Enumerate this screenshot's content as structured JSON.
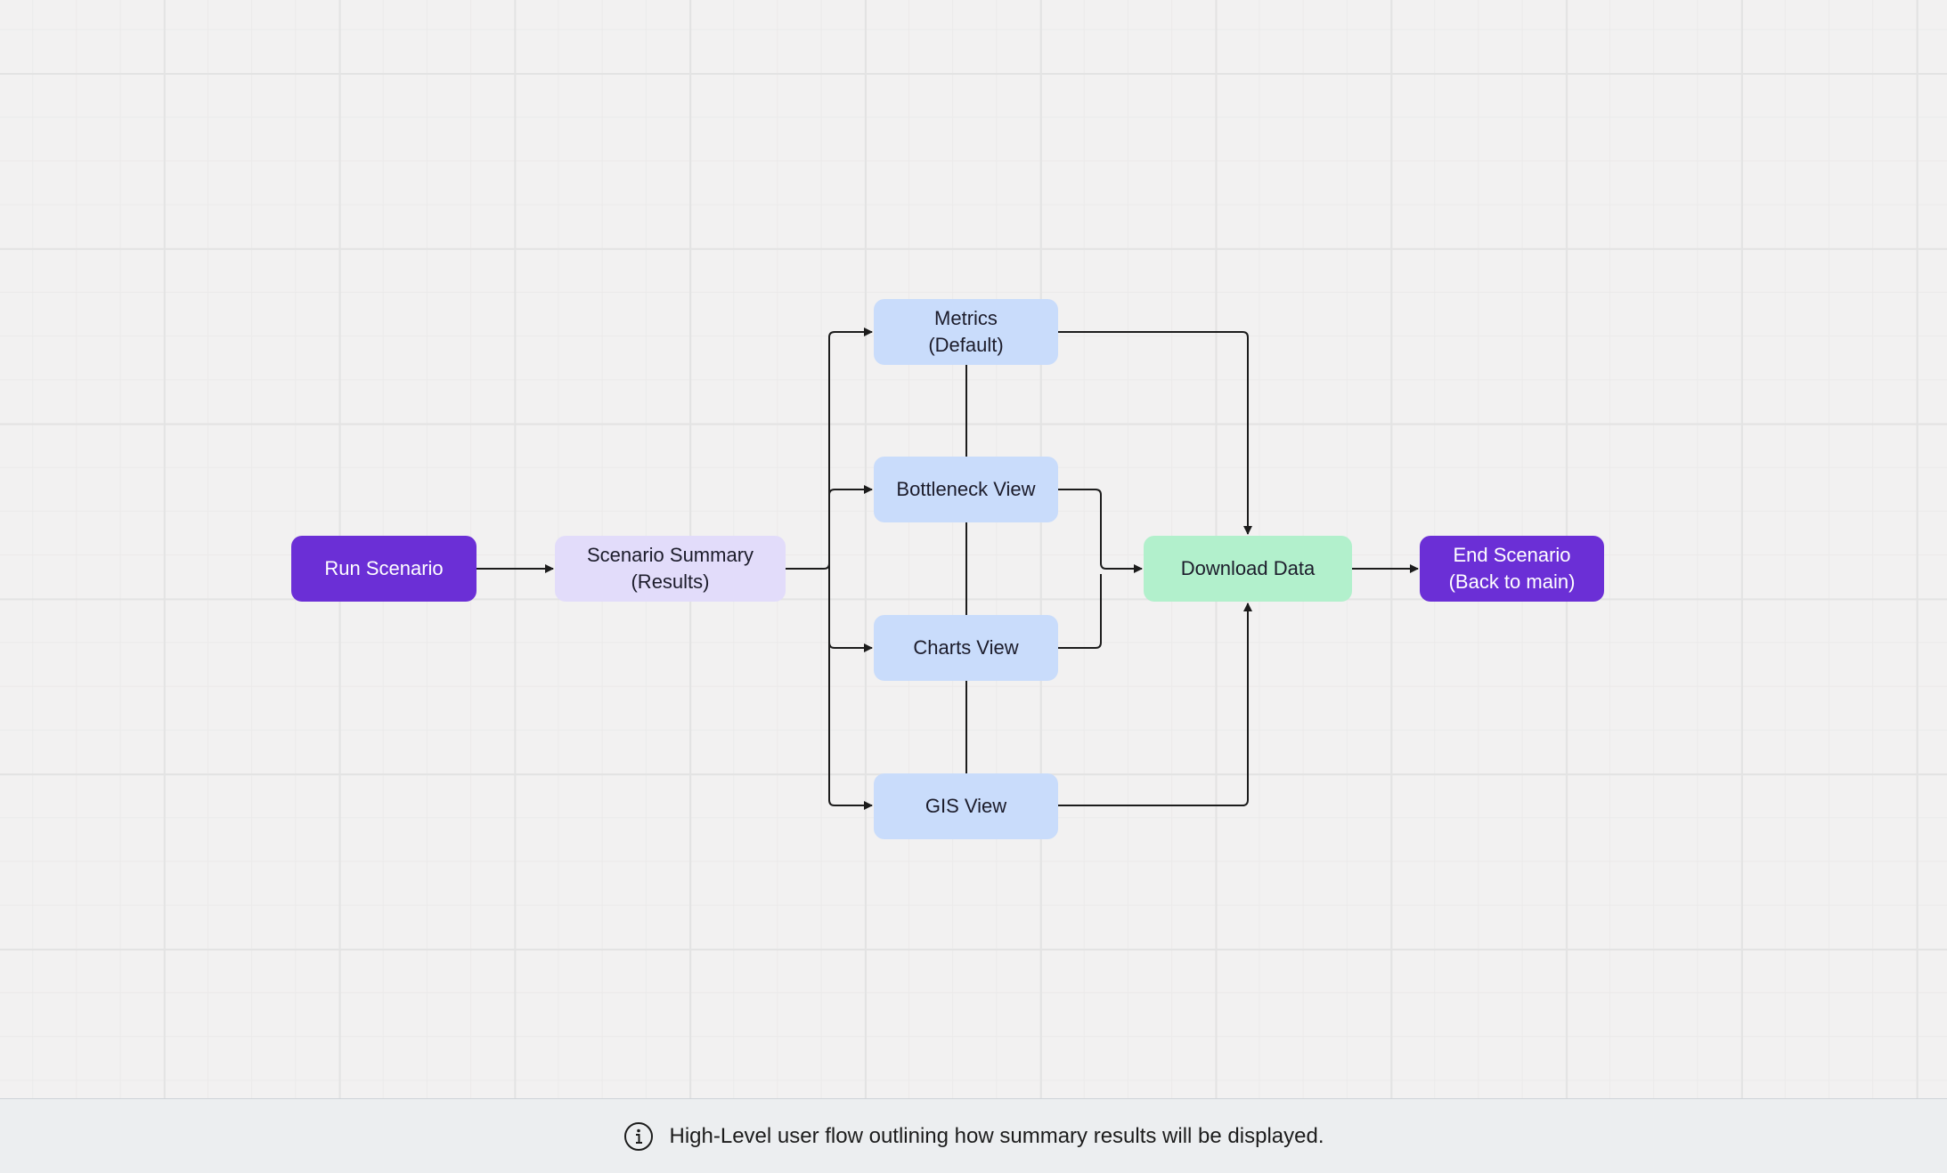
{
  "diagram": {
    "nodes": {
      "run_scenario": {
        "label": "Run Scenario",
        "color": "#6b2fd6"
      },
      "scenario_summary": {
        "label": "Scenario Summary\n(Results)",
        "color": "#e2dcfa"
      },
      "metrics": {
        "label": "Metrics\n(Default)",
        "color": "#c9dcfb"
      },
      "bottleneck_view": {
        "label": "Bottleneck View",
        "color": "#c9dcfb"
      },
      "charts_view": {
        "label": "Charts View",
        "color": "#c9dcfb"
      },
      "gis_view": {
        "label": "GIS View",
        "color": "#c9dcfb"
      },
      "download_data": {
        "label": "Download Data",
        "color": "#b2f0cc"
      },
      "end_scenario": {
        "label": "End Scenario\n(Back to main)",
        "color": "#6b2fd6"
      }
    },
    "edges": [
      {
        "from": "Run Scenario",
        "to": "Scenario Summary (Results)"
      },
      {
        "from": "Scenario Summary (Results)",
        "to": "Metrics (Default)"
      },
      {
        "from": "Scenario Summary (Results)",
        "to": "Bottleneck View"
      },
      {
        "from": "Scenario Summary (Results)",
        "to": "Charts View"
      },
      {
        "from": "Scenario Summary (Results)",
        "to": "GIS View"
      },
      {
        "from": "Metrics (Default)",
        "to": "Download Data"
      },
      {
        "from": "Bottleneck View",
        "to": "Download Data"
      },
      {
        "from": "Charts View",
        "to": "Download Data"
      },
      {
        "from": "GIS View",
        "to": "Download Data"
      },
      {
        "from": "Download Data",
        "to": "End Scenario (Back to main)"
      }
    ]
  },
  "footer": {
    "icon": "info-icon",
    "caption": "High-Level user flow outlining how summary results will be displayed."
  },
  "colors": {
    "canvas_background": "#f2f1f1",
    "connector": "#1c1c1c",
    "footer_background": "#eceef0"
  }
}
